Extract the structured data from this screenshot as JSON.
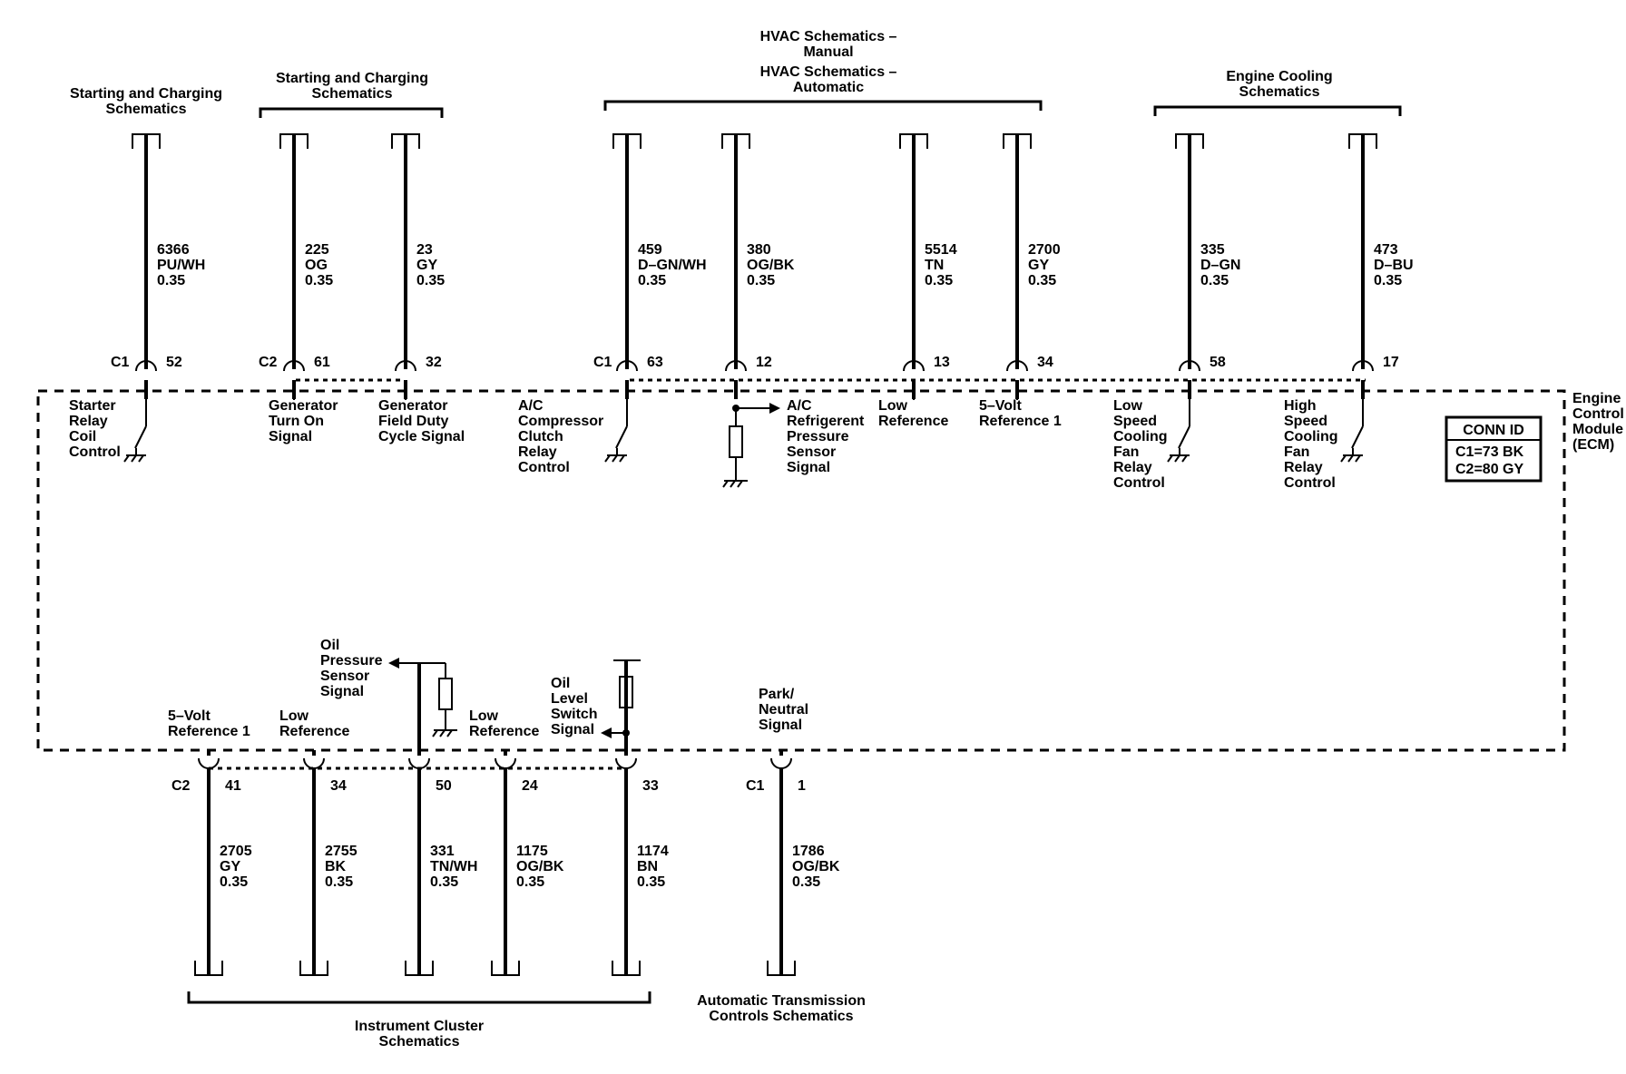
{
  "module": {
    "name_lines": [
      "Engine",
      "Control",
      "Module",
      "(ECM)"
    ],
    "conn_title": "CONN ID",
    "conn_lines": [
      "C1=73 BK",
      "C2=80 GY"
    ]
  },
  "destinations": [
    {
      "id": "starting-charging-1",
      "lines": [
        "Starting and Charging",
        "Schematics"
      ]
    },
    {
      "id": "starting-charging-2",
      "lines": [
        "Starting and Charging",
        "Schematics"
      ]
    },
    {
      "id": "hvac",
      "lines": [
        "HVAC Schematics –",
        "Manual",
        "HVAC Schematics –",
        "Automatic"
      ]
    },
    {
      "id": "engine-cooling",
      "lines": [
        "Engine Cooling",
        "Schematics"
      ]
    },
    {
      "id": "instrument-cluster",
      "lines": [
        "Instrument Cluster",
        "Schematics"
      ]
    },
    {
      "id": "automatic-transmission",
      "lines": [
        "Automatic Transmission",
        "Controls Schematics"
      ]
    }
  ],
  "connector_labels": [
    "C1",
    "C2",
    "C1",
    "C2",
    "C1"
  ],
  "top_circuits": [
    {
      "pin": "52",
      "circuit": "6366",
      "color": "PU/WH",
      "gauge": "0.35",
      "function": [
        "Starter",
        "Relay",
        "Coil",
        "Control"
      ]
    },
    {
      "pin": "61",
      "circuit": "225",
      "color": "OG",
      "gauge": "0.35",
      "function": [
        "Generator",
        "Turn On",
        "Signal"
      ]
    },
    {
      "pin": "32",
      "circuit": "23",
      "color": "GY",
      "gauge": "0.35",
      "function": [
        "Generator",
        "Field Duty",
        "Cycle Signal"
      ]
    },
    {
      "pin": "63",
      "circuit": "459",
      "color": "D–GN/WH",
      "gauge": "0.35",
      "function": [
        "A/C",
        "Compressor",
        "Clutch",
        "Relay",
        "Control"
      ]
    },
    {
      "pin": "12",
      "circuit": "380",
      "color": "OG/BK",
      "gauge": "0.35",
      "function": [
        "A/C",
        "Refrigerent",
        "Pressure",
        "Sensor",
        "Signal"
      ]
    },
    {
      "pin": "13",
      "circuit": "5514",
      "color": "TN",
      "gauge": "0.35",
      "function": [
        "Low",
        "Reference"
      ]
    },
    {
      "pin": "34",
      "circuit": "2700",
      "color": "GY",
      "gauge": "0.35",
      "function": [
        "5–Volt",
        "Reference 1"
      ]
    },
    {
      "pin": "58",
      "circuit": "335",
      "color": "D–GN",
      "gauge": "0.35",
      "function": [
        "Low",
        "Speed",
        "Cooling",
        "Fan",
        "Relay",
        "Control"
      ]
    },
    {
      "pin": "17",
      "circuit": "473",
      "color": "D–BU",
      "gauge": "0.35",
      "function": [
        "High",
        "Speed",
        "Cooling",
        "Fan",
        "Relay",
        "Control"
      ]
    }
  ],
  "bottom_circuits": [
    {
      "pin": "41",
      "circuit": "2705",
      "color": "GY",
      "gauge": "0.35",
      "function": [
        "5–Volt",
        "Reference 1"
      ]
    },
    {
      "pin": "34",
      "circuit": "2755",
      "color": "BK",
      "gauge": "0.35",
      "function": [
        "Low",
        "Reference"
      ]
    },
    {
      "pin": "50",
      "circuit": "331",
      "color": "TN/WH",
      "gauge": "0.35",
      "function": [
        "Oil",
        "Pressure",
        "Sensor",
        "Signal"
      ]
    },
    {
      "pin": "24",
      "circuit": "1175",
      "color": "OG/BK",
      "gauge": "0.35",
      "function": [
        "Low",
        "Reference"
      ]
    },
    {
      "pin": "33",
      "circuit": "1174",
      "color": "BN",
      "gauge": "0.35",
      "function": [
        "Oil",
        "Level",
        "Switch",
        "Signal"
      ]
    },
    {
      "pin": "1",
      "circuit": "1786",
      "color": "OG/BK",
      "gauge": "0.35",
      "function": [
        "Park/",
        "Neutral",
        "Signal"
      ]
    }
  ]
}
